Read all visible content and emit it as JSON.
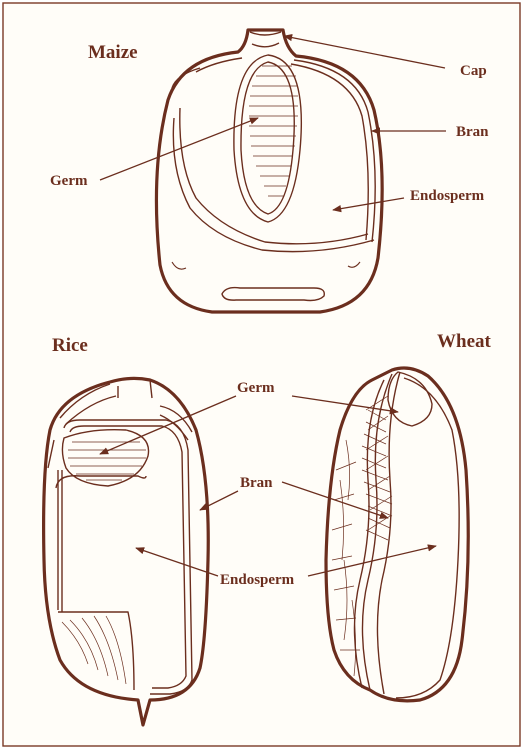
{
  "grains": {
    "maize": {
      "title": "Maize",
      "cap": "Cap",
      "bran": "Bran",
      "germ": "Germ",
      "endosperm": "Endosperm"
    },
    "rice": {
      "title": "Rice"
    },
    "wheat": {
      "title": "Wheat"
    }
  },
  "shared_labels": {
    "germ": "Germ",
    "bran": "Bran",
    "endosperm": "Endosperm"
  },
  "colors": {
    "ink": "#6b2e1e",
    "border": "#7a3a26",
    "paper": "#fffdf8"
  }
}
